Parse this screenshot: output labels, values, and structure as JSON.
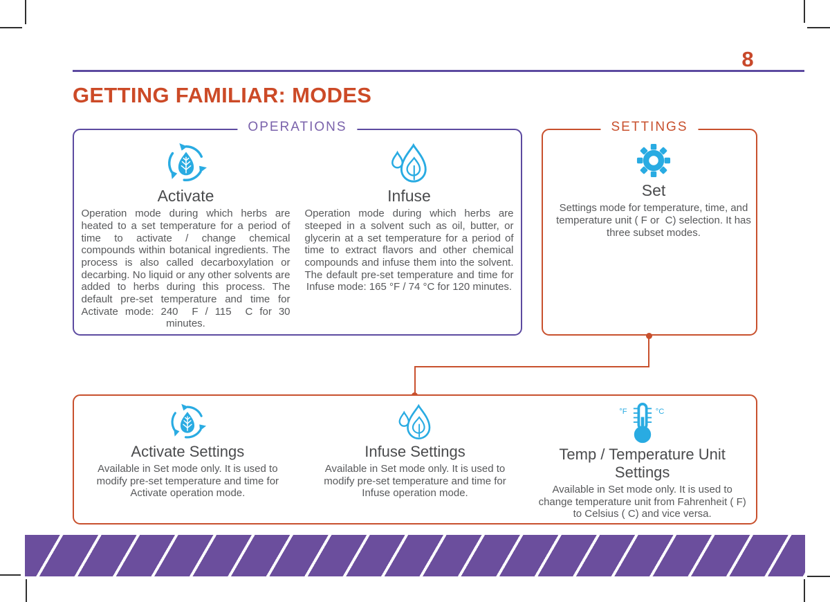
{
  "page": {
    "number": "8",
    "title": "GETTING FAMILIAR: MODES"
  },
  "colors": {
    "accent_orange": "#c8502d",
    "accent_purple": "#5c4aa0",
    "label_purple": "#7a62ab",
    "icon_blue": "#29abe2",
    "body_text": "#57585a",
    "footer_purple": "#6b4e9d"
  },
  "operations": {
    "label": "OPERATIONS",
    "modes": [
      {
        "name": "Activate",
        "icon": "leaf-cycle-icon",
        "description": "Operation mode during which herbs are heated to a set temperature for a period of time to activate / change chemical compounds within botanical ingredients. The process is also called decarboxylation or decarbing. No liquid or any other solvents are added to herbs during this process. The default pre-set temperature and time for Activate mode: 240  F / 115  C for 30 minutes."
      },
      {
        "name": "Infuse",
        "icon": "droplet-leaf-icon",
        "description": "Operation mode during which herbs are steeped in a solvent such as oil, butter, or glycerin at a set temperature for a period of time to extract flavors and other chemical compounds and infuse them into the solvent. The default pre-set temperature and time for Infuse mode: 165 °F / 74 °C for 120 minutes."
      }
    ]
  },
  "settings": {
    "label": "SETTINGS",
    "modes": [
      {
        "name": "Set",
        "icon": "gear-icon",
        "description": "Settings mode for temperature, time, and temperature unit ( F or  C) selection. It has three subset modes."
      }
    ]
  },
  "subset_modes": {
    "items": [
      {
        "name": "Activate Settings",
        "icon": "leaf-cycle-icon",
        "description": "Available in Set mode only. It is used to modify pre-set temperature and time for Activate operation mode."
      },
      {
        "name": "Infuse Settings",
        "icon": "droplet-leaf-icon",
        "description": "Available in Set mode only. It is used to modify pre-set temperature and time for Infuse operation mode."
      },
      {
        "name": "Temp / Temperature Unit Settings",
        "icon": "thermometer-icon",
        "description": "Available in Set mode only. It is used to change temperature unit from Fahrenheit ( F) to Celsius ( C) and vice versa."
      }
    ]
  },
  "icons": {
    "thermometer": {
      "left_label": "°F",
      "right_label": "°C"
    }
  }
}
